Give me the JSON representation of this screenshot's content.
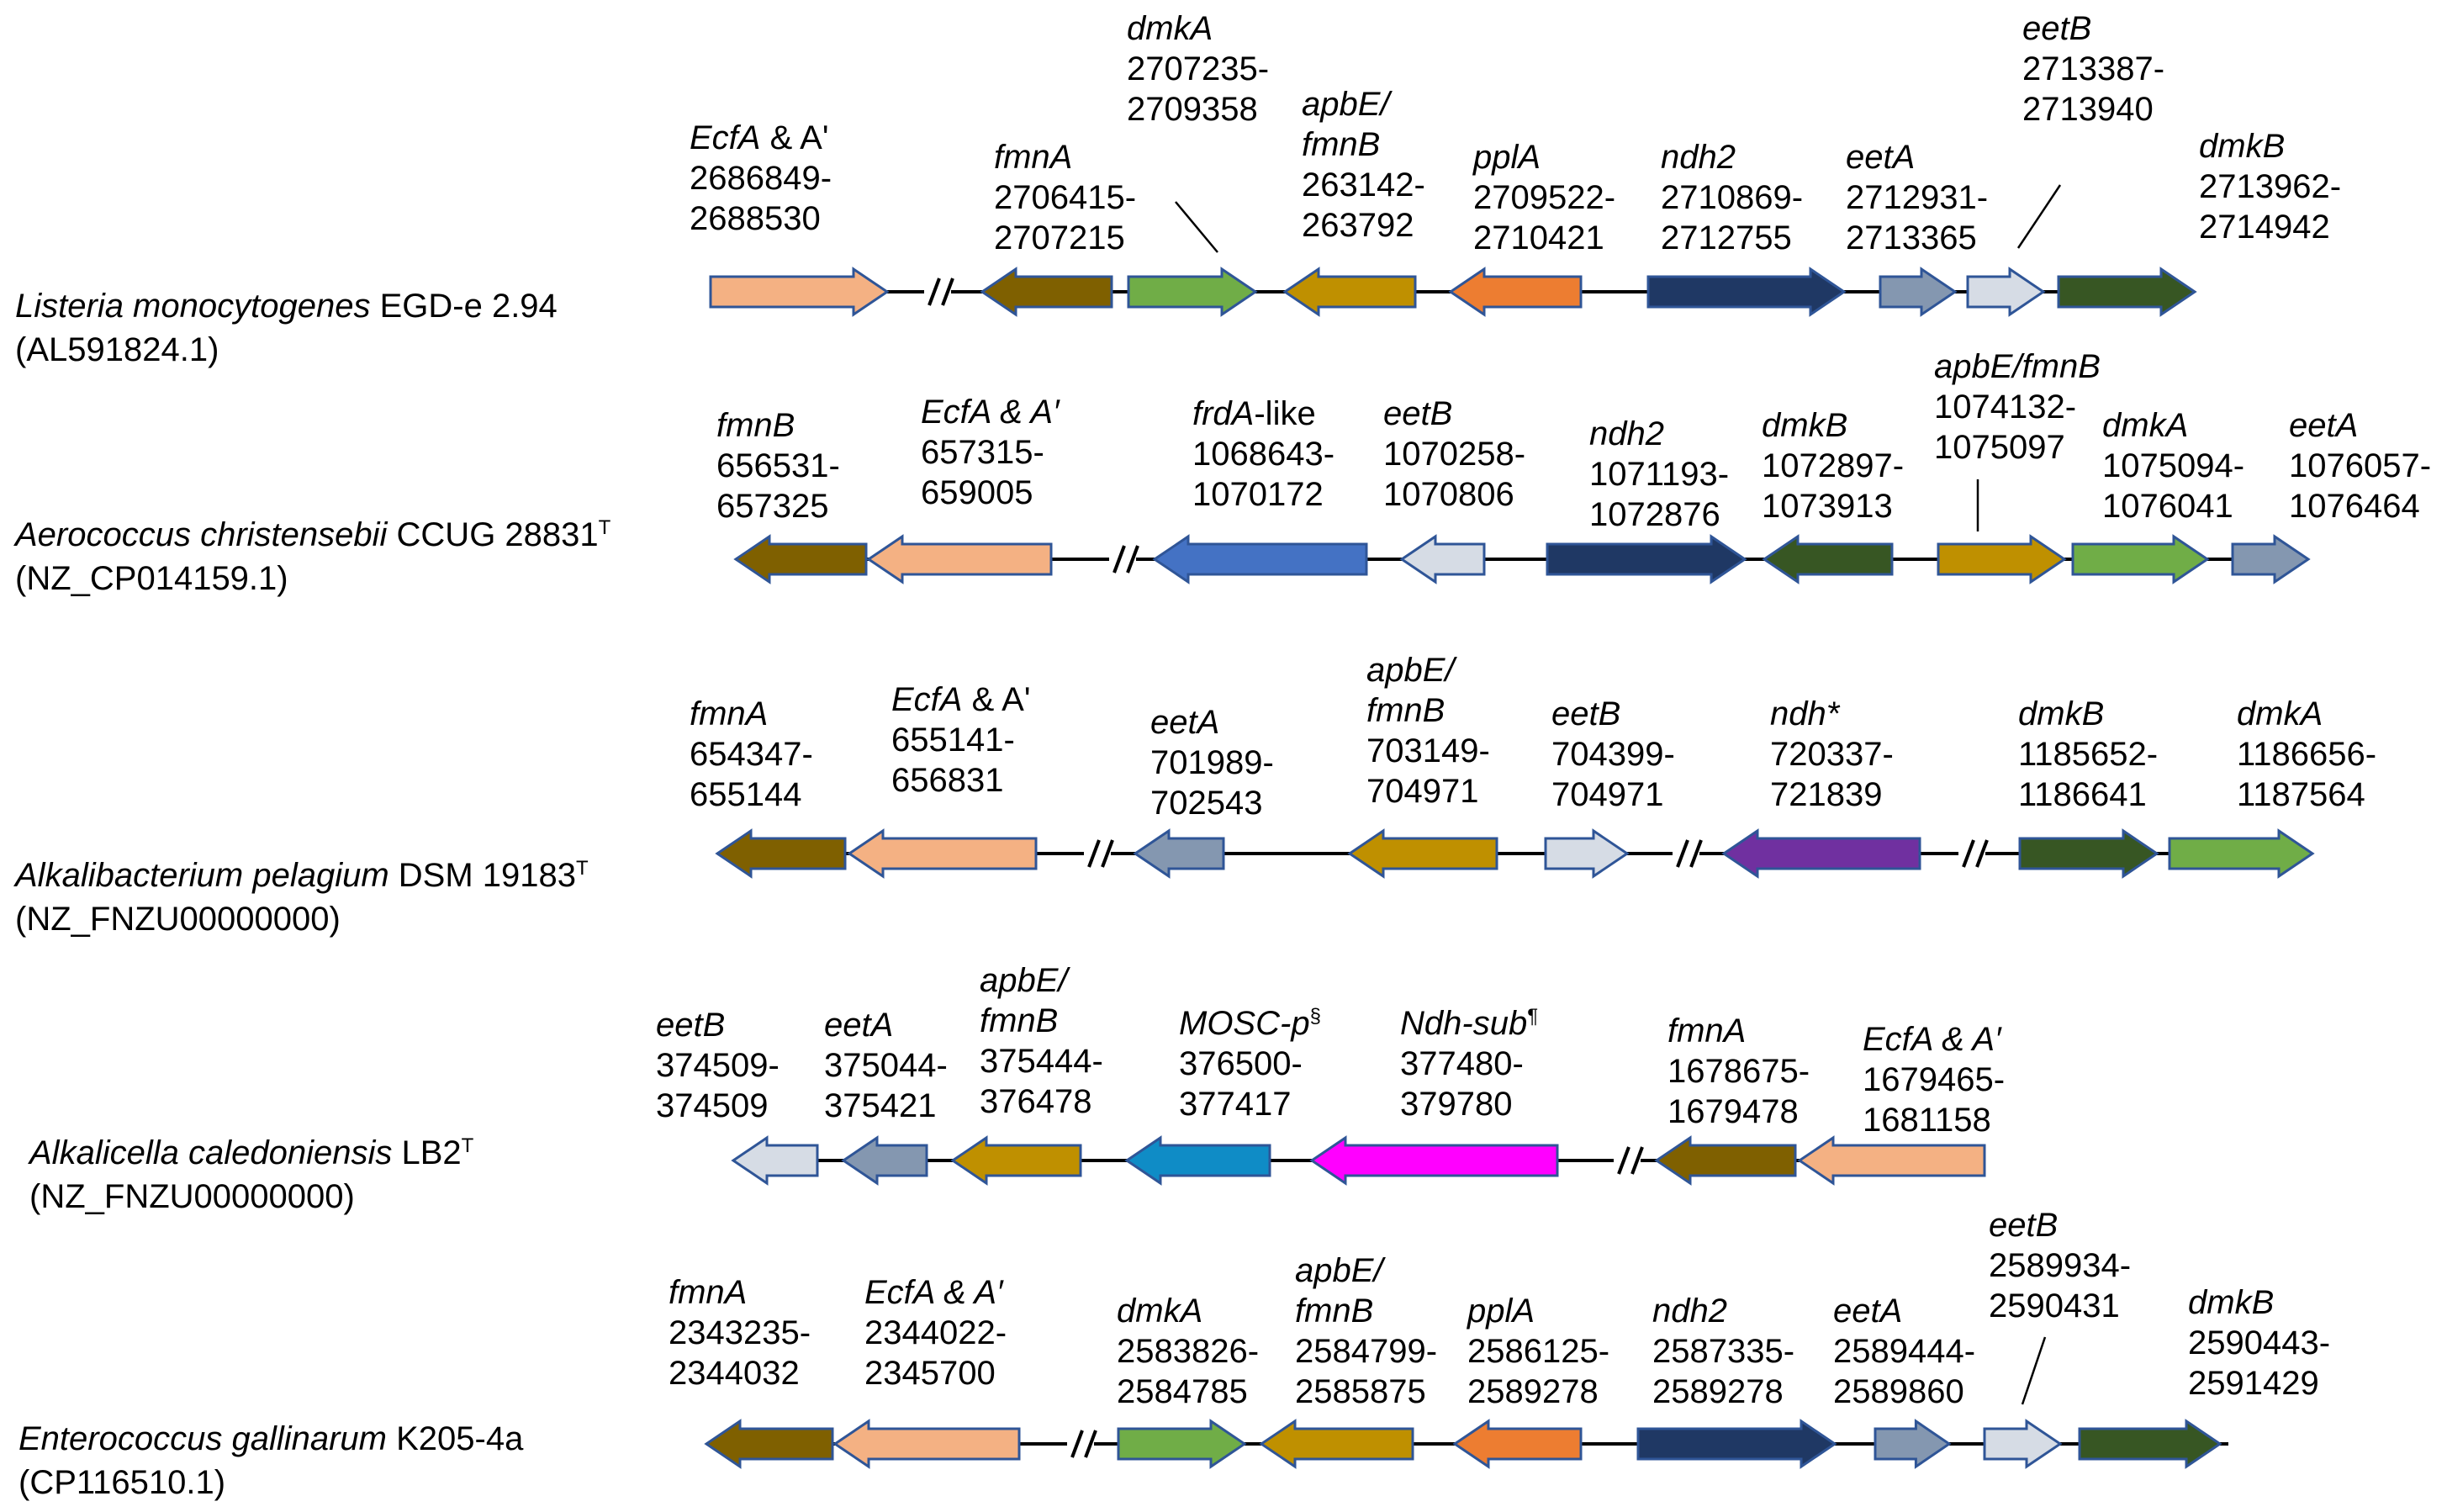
{
  "colors": {
    "fmnA": "#7f6000",
    "EcfA": "#f4b183",
    "dmkA": "#70ad47",
    "apbE": "#bf9000",
    "pplA": "#ed7d31",
    "ndh2": "#1f3864",
    "eetA": "#8497b0",
    "eetB": "#d6dce5",
    "dmkB": "#375623",
    "frdA": "#4472c4",
    "ndh": "#7030a0",
    "MOSC": "#0f8cc6",
    "Ndhsub": "#ff00ff",
    "outline": "#2f5597",
    "line": "#000000"
  },
  "organisms": [
    {
      "species": {
        "name": "Listeria monocytogenes",
        "strain": " EGD-e 2.94",
        "sup": "",
        "accession": "(AL591824.1)"
      },
      "genes": [
        {
          "name": "EcfA",
          "name_suffix": " & A'",
          "range1": "2686849-",
          "range2": "2688530",
          "sup": "",
          "color": "EcfA",
          "dir": "right"
        },
        {
          "name": "fmnA",
          "name_suffix": "",
          "range1": "2706415-",
          "range2": "2707215",
          "sup": "",
          "color": "fmnA",
          "dir": "left"
        },
        {
          "name": "dmkA",
          "name_suffix": "",
          "range1": "2707235-",
          "range2": "2709358",
          "sup": "",
          "color": "dmkA",
          "dir": "right"
        },
        {
          "name": "apbE/",
          "name_suffix": "",
          "name2": "fmnB",
          "range1": "263142-",
          "range2": "263792",
          "sup": "",
          "color": "apbE",
          "dir": "left"
        },
        {
          "name": "pplA",
          "name_suffix": "",
          "range1": "2709522-",
          "range2": "2710421",
          "sup": "",
          "color": "pplA",
          "dir": "left"
        },
        {
          "name": "ndh2",
          "name_suffix": "",
          "range1": "2710869-",
          "range2": "2712755",
          "sup": "",
          "color": "ndh2",
          "dir": "right"
        },
        {
          "name": "eetA",
          "name_suffix": "",
          "range1": "2712931-",
          "range2": "2713365",
          "sup": "",
          "color": "eetA",
          "dir": "right"
        },
        {
          "name": "eetB",
          "name_suffix": "",
          "range1": "2713387-",
          "range2": "2713940",
          "sup": "",
          "color": "eetB",
          "dir": "right"
        },
        {
          "name": "dmkB",
          "name_suffix": "",
          "range1": "2713962-",
          "range2": "2714942",
          "sup": "",
          "color": "dmkB",
          "dir": "right"
        }
      ]
    },
    {
      "species": {
        "name": "Aerococcus christensebii",
        "strain": " CCUG 28831",
        "sup": "T",
        "accession": "(NZ_CP014159.1)"
      },
      "genes": [
        {
          "name": "fmnB",
          "name_suffix": "",
          "range1": "656531-",
          "range2": "657325",
          "sup": "",
          "color": "fmnA",
          "dir": "left"
        },
        {
          "name": "EcfA & A′",
          "name_suffix": "",
          "range1": "657315-",
          "range2": "659005",
          "sup": "",
          "color": "EcfA",
          "dir": "left"
        },
        {
          "name": "frdA",
          "name_suffix": "-like",
          "range1": "1068643-",
          "range2": "1070172",
          "sup": "",
          "color": "frdA",
          "dir": "left"
        },
        {
          "name": "eetB",
          "name_suffix": "",
          "range1": "1070258-",
          "range2": "1070806",
          "sup": "",
          "color": "eetB",
          "dir": "left"
        },
        {
          "name": "ndh2",
          "name_suffix": "",
          "range1": "1071193-",
          "range2": "1072876",
          "sup": "",
          "color": "ndh2",
          "dir": "right"
        },
        {
          "name": "dmkB",
          "name_suffix": "",
          "range1": "1072897-",
          "range2": "1073913",
          "sup": "",
          "color": "dmkB",
          "dir": "left"
        },
        {
          "name": "apbE/fmnB",
          "name_suffix": "",
          "range1": "1074132-",
          "range2": "1075097",
          "sup": "",
          "color": "apbE",
          "dir": "right"
        },
        {
          "name": "dmkA",
          "name_suffix": "",
          "range1": "1075094-",
          "range2": "1076041",
          "sup": "",
          "color": "dmkA",
          "dir": "right"
        },
        {
          "name": "eetA",
          "name_suffix": "",
          "range1": "1076057-",
          "range2": "1076464",
          "sup": "",
          "color": "eetA",
          "dir": "right"
        }
      ]
    },
    {
      "species": {
        "name": "Alkalibacterium pelagium",
        "strain": " DSM 19183",
        "sup": "T",
        "accession": "(NZ_FNZU00000000)"
      },
      "genes": [
        {
          "name": "fmnA",
          "name_suffix": "",
          "range1": "654347-",
          "range2": "655144",
          "sup": "",
          "color": "fmnA",
          "dir": "left"
        },
        {
          "name": "EcfA",
          "name_suffix": " & A'",
          "range1": "655141-",
          "range2": "656831",
          "sup": "",
          "color": "EcfA",
          "dir": "left"
        },
        {
          "name": "eetA",
          "name_suffix": "",
          "range1": "701989-",
          "range2": "702543",
          "sup": "",
          "color": "eetA",
          "dir": "left"
        },
        {
          "name": "apbE/",
          "name_suffix": "",
          "name2": "fmnB",
          "range1": "703149-",
          "range2": "704971",
          "sup": "",
          "color": "apbE",
          "dir": "left"
        },
        {
          "name": "eetB",
          "name_suffix": "",
          "range1": "704399-",
          "range2": "704971",
          "sup": "",
          "color": "eetB",
          "dir": "right"
        },
        {
          "name": "ndh*",
          "name_suffix": "",
          "range1": "720337-",
          "range2": "721839",
          "sup": "",
          "color": "ndh",
          "dir": "left"
        },
        {
          "name": "dmkB",
          "name_suffix": "",
          "range1": "1185652-",
          "range2": "1186641",
          "sup": "",
          "color": "dmkB",
          "dir": "right"
        },
        {
          "name": "dmkA",
          "name_suffix": "",
          "range1": "1186656-",
          "range2": "1187564",
          "sup": "",
          "color": "dmkA",
          "dir": "right"
        }
      ]
    },
    {
      "species": {
        "name": "Alkalicella caledoniensis",
        "strain": " LB2",
        "sup": "T",
        "accession": "(NZ_FNZU00000000)"
      },
      "genes": [
        {
          "name": "eetB",
          "name_suffix": "",
          "range1": "374509-",
          "range2": "374509",
          "sup": "",
          "color": "eetB",
          "dir": "left"
        },
        {
          "name": "eetA",
          "name_suffix": "",
          "range1": "375044-",
          "range2": "375421",
          "sup": "",
          "color": "eetA",
          "dir": "left"
        },
        {
          "name": "apbE/",
          "name_suffix": "",
          "name2": "fmnB",
          "range1": "375444-",
          "range2": "376478",
          "sup": "",
          "color": "apbE",
          "dir": "left"
        },
        {
          "name": "MOSC-p",
          "name_suffix": "",
          "range1": "376500-",
          "range2": "377417",
          "sup": "§",
          "color": "MOSC",
          "dir": "left"
        },
        {
          "name": "Ndh-sub",
          "name_suffix": "",
          "range1": "377480-",
          "range2": "379780",
          "sup": "¶",
          "color": "Ndhsub",
          "dir": "left"
        },
        {
          "name": "fmnA",
          "name_suffix": "",
          "range1": "1678675-",
          "range2": "1679478",
          "sup": "",
          "color": "fmnA",
          "dir": "left"
        },
        {
          "name": "EcfA & A′",
          "name_suffix": "",
          "range1": "1679465-",
          "range2": "1681158",
          "sup": "",
          "color": "EcfA",
          "dir": "left"
        }
      ]
    },
    {
      "species": {
        "name": "Enterococcus gallinarum",
        "strain": " K205-4a",
        "sup": "",
        "accession": "(CP116510.1)"
      },
      "genes": [
        {
          "name": "fmnA",
          "name_suffix": "",
          "range1": "2343235-",
          "range2": "2344032",
          "sup": "",
          "color": "fmnA",
          "dir": "left"
        },
        {
          "name": "EcfA & A′",
          "name_suffix": "",
          "range1": "2344022-",
          "range2": "2345700",
          "sup": "",
          "color": "EcfA",
          "dir": "left"
        },
        {
          "name": "dmkA",
          "name_suffix": "",
          "range1": "2583826-",
          "range2": "2584785",
          "sup": "",
          "color": "dmkA",
          "dir": "right"
        },
        {
          "name": "apbE/",
          "name_suffix": "",
          "name2": "fmnB",
          "range1": "2584799-",
          "range2": "2585875",
          "sup": "",
          "color": "apbE",
          "dir": "left"
        },
        {
          "name": "pplA",
          "name_suffix": "",
          "range1": "2586125-",
          "range2": "2589278",
          "sup": "",
          "color": "pplA",
          "dir": "left"
        },
        {
          "name": "ndh2",
          "name_suffix": "",
          "range1": "2587335-",
          "range2": "2589278",
          "sup": "",
          "color": "ndh2",
          "dir": "right"
        },
        {
          "name": "eetA",
          "name_suffix": "",
          "range1": "2589444-",
          "range2": "2589860",
          "sup": "",
          "color": "eetA",
          "dir": "right"
        },
        {
          "name": "eetB",
          "name_suffix": "",
          "range1": "2589934-",
          "range2": "2590431",
          "sup": "",
          "color": "eetB",
          "dir": "right"
        },
        {
          "name": "dmkB",
          "name_suffix": "",
          "range1": "2590443-",
          "range2": "2591429",
          "sup": "",
          "color": "dmkB",
          "dir": "right"
        }
      ]
    }
  ]
}
